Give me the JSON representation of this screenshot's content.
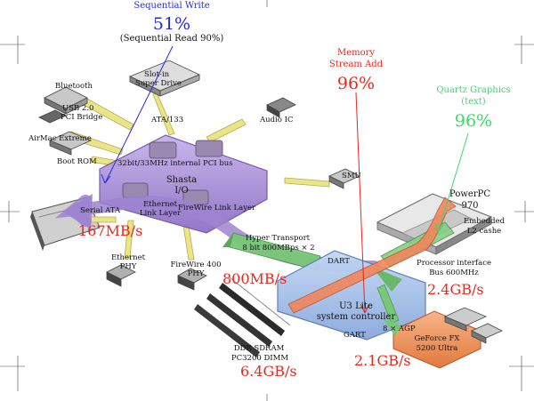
{
  "annotations": {
    "seq_write": {
      "title": "Sequential Write",
      "pct": "51%",
      "note": "(Sequential Read 90%)",
      "color": "#2a2ad8"
    },
    "mem_add": {
      "title_l1": "Memory",
      "title_l2": "Stream Add",
      "pct": "96%",
      "color": "#e8281e"
    },
    "quartz": {
      "title_l1": "Quartz Graphics",
      "title_l2": "(text)",
      "pct": "96%",
      "color": "#3ad86a"
    }
  },
  "components": {
    "bluetooth": "Bluetooth",
    "usb_l1": "USB 2.0",
    "usb_l2": "PCI Bridge",
    "airmac": "AirMac Extreme",
    "boot_rom": "Boot ROM",
    "super_drive_l1": "Slot-in",
    "super_drive_l2": "Super Drive",
    "ata133": "ATA/133",
    "audio_ic": "Audio IC",
    "pci_bus": "32bit/33MHz internal PCI bus",
    "shasta_l1": "Shasta",
    "shasta_l2": "I/O",
    "smu": "SMU",
    "serial_ata": "Serial ATA",
    "ethernet_link_l1": "Ethernet",
    "ethernet_link_l2": "Link Layer",
    "firewire_link": "FireWire Link Layer",
    "ethernet_phy_l1": "Ethernet",
    "ethernet_phy_l2": "PHY",
    "firewire_phy_l1": "FireWire 400",
    "firewire_phy_l2": "PHY",
    "hyper_transport_l1": "Hyper Transport",
    "hyper_transport_l2": "8 bit 800MBps × 2",
    "dart": "DART",
    "powerpc_l1": "PowerPC",
    "powerpc_l2": "970",
    "l2_l1": "Embedded",
    "l2_l2": "L2 cashe",
    "proc_if_l1": "Processor interface",
    "proc_if_l2": "Bus 600MHz",
    "u3_l1": "U3 Lite",
    "u3_l2": "system controller",
    "agp": "8 × AGP",
    "gart": "GART",
    "geforce_l1": "GeForce FX",
    "geforce_l2": "5200 Ultra",
    "ddr_l1": "DDR SDRAM",
    "ddr_l2": "PC3200 DIMM"
  },
  "bandwidths": {
    "sata": "167MB/s",
    "ht": "800MB/s",
    "cpu": "2.4GB/s",
    "agp": "2.1GB/s",
    "mem": "6.4GB/s"
  },
  "colors": {
    "purple": "#a98bd6",
    "purple_dark": "#7a5fb0",
    "blue": "#9fbde8",
    "green": "#7ec97a",
    "orange": "#f0935a",
    "yellow": "#e8e27a",
    "red": "#e8281e"
  }
}
